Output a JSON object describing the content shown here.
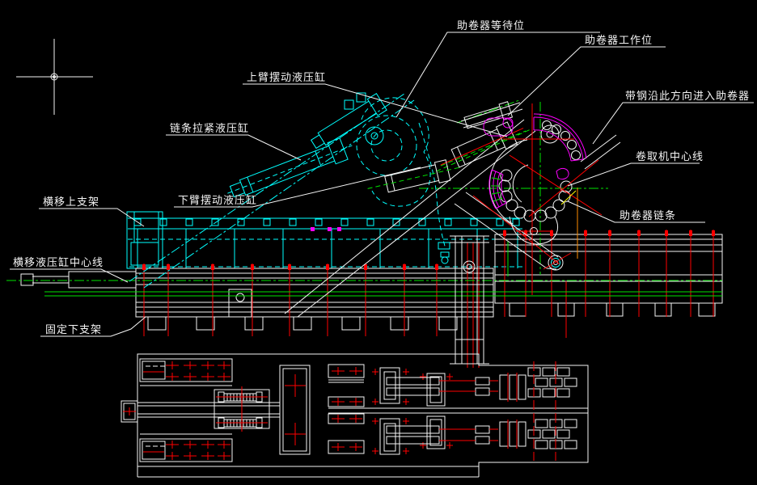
{
  "canvas": {
    "background": "#000000"
  },
  "colors": {
    "background": "#000000",
    "white": "#F5F5F5",
    "cyan": "#00FFFF",
    "magenta": "#FF00FF",
    "red": "#FF0000",
    "green": "#00E400",
    "orange": "#FF8C00",
    "yellow": "#FFFF00"
  },
  "labels": {
    "wait_position": "助卷器等待位",
    "work_position": "助卷器工作位",
    "upper_arm_cylinder": "上臂摆动液压缸",
    "strip_entry": "带钢沿此方向进入助卷器",
    "chain_tension_cylinder": "链条拉紧液压缸",
    "coiler_centerline": "卷取机中心线",
    "lower_arm_cylinder": "下臂摆动液压缸",
    "coiler_chain": "助卷器链条",
    "traverse_upper_support": "横移上支架",
    "traverse_cylinder_centerline": "横移液压缸中心线",
    "fixed_lower_support": "固定下支架"
  }
}
